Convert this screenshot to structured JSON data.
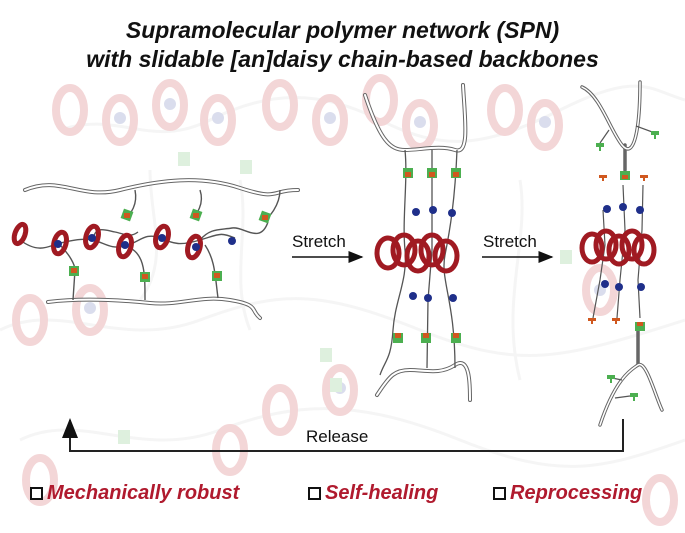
{
  "title": {
    "line1": "Supramolecular polymer network (SPN)",
    "line2": "with slidable [an]daisy chain-based backbones"
  },
  "arrows": {
    "stretch1": "Stretch",
    "stretch2": "Stretch",
    "release": "Release"
  },
  "features": [
    {
      "label": "Mechanically robust"
    },
    {
      "label": "Self-healing"
    },
    {
      "label": "Reprocessing"
    }
  ],
  "colors": {
    "ring": "#b3202a",
    "bead": "#1f2f8a",
    "crosslink_green": "#4caf50",
    "crosslink_orange": "#d0581f",
    "feature_text": "#b01a2e"
  },
  "states": [
    {
      "name": "relaxed-network"
    },
    {
      "name": "stretched-network"
    },
    {
      "name": "fractured-network"
    }
  ]
}
